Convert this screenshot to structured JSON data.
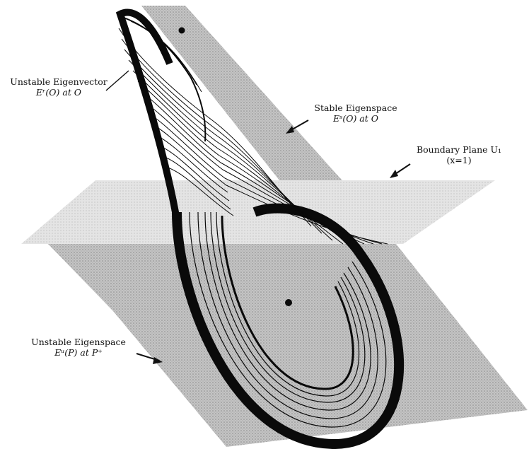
{
  "labels": {
    "unstable_eigenvector": {
      "line1": "Unstable Eigenvector",
      "line2": "Eʳ(O) at O"
    },
    "stable_eigenspace": {
      "line1": "Stable Eigenspace",
      "line2": "Eˢ(O) at O"
    },
    "boundary_plane": {
      "line1": "Boundary Plane U₁",
      "line2": "(x=1)"
    },
    "unstable_eigenspace": {
      "line1": "Unstable Eigenspace",
      "line2": "Eᵘ(P) at P⁺"
    }
  },
  "colors": {
    "plane_fill": "#b9b9b9",
    "plane_light": "#d6d6d6",
    "attractor": "#0a0a0a",
    "background": "#ffffff"
  }
}
